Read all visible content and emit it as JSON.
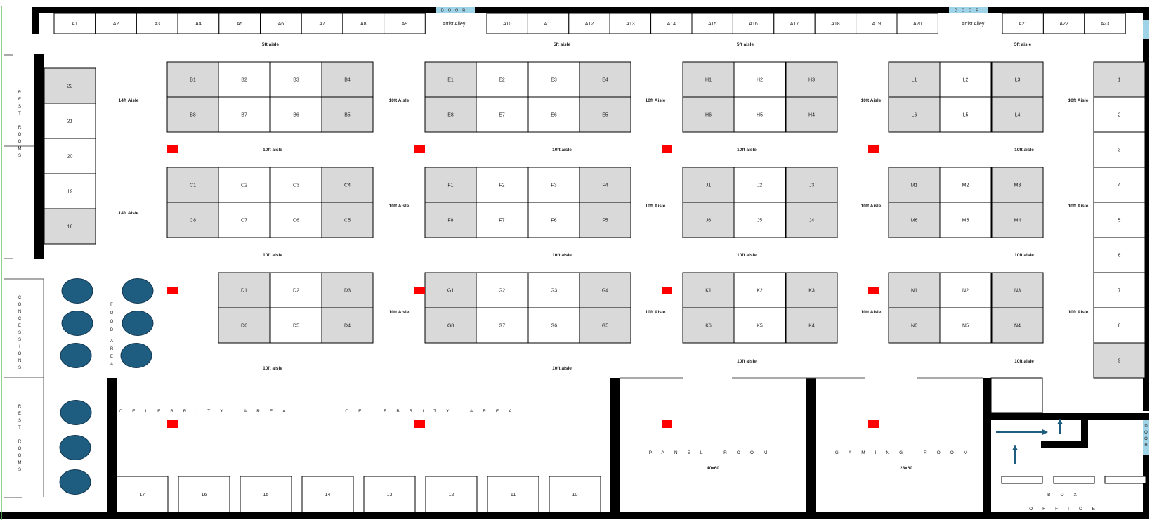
{
  "colors": {
    "wall": "#000000",
    "booth_shaded": "#d9d9d9",
    "booth_plain": "#ffffff",
    "door": "#9fd3e8",
    "marker": "#ff0000",
    "table": "#1f5d80",
    "outline": "#6abf69"
  },
  "doors": [
    "DOOR",
    "DOOR",
    "DOOR"
  ],
  "top_row": [
    "A1",
    "A2",
    "A3",
    "A4",
    "A5",
    "A6",
    "A7",
    "A8",
    "A9",
    "A10",
    "A11",
    "A12",
    "A13",
    "A14",
    "A15",
    "A16",
    "A17",
    "A18",
    "A19",
    "A20",
    "A21",
    "A22",
    "A23"
  ],
  "artist_alley": [
    "Artist Alley",
    "Artist Alley"
  ],
  "left_column": [
    "22",
    "21",
    "20",
    "19",
    "18"
  ],
  "right_column": [
    "1",
    "2",
    "3",
    "4",
    "5",
    "6",
    "7",
    "8",
    "9"
  ],
  "bottom_row": [
    "17",
    "16",
    "15",
    "14",
    "13",
    "12",
    "11",
    "10"
  ],
  "blocks": [
    {
      "top": [
        "B1",
        "B2",
        "B3",
        "B4"
      ],
      "bottom": [
        "B8",
        "B7",
        "B6",
        "B5"
      ],
      "shade": [
        1,
        0,
        0,
        1
      ]
    },
    {
      "top": [
        "E1",
        "E2",
        "E3",
        "E4"
      ],
      "bottom": [
        "E8",
        "E7",
        "E6",
        "E5"
      ],
      "shade": [
        1,
        0,
        0,
        1
      ]
    },
    {
      "top": [
        "H1",
        "H2",
        "H3"
      ],
      "bottom": [
        "H6",
        "H5",
        "H4"
      ],
      "shade": [
        1,
        0,
        1
      ]
    },
    {
      "top": [
        "L1",
        "L2",
        "L3"
      ],
      "bottom": [
        "L6",
        "L5",
        "L4"
      ],
      "shade": [
        1,
        0,
        1
      ]
    },
    {
      "top": [
        "C1",
        "C2",
        "C3",
        "C4"
      ],
      "bottom": [
        "C8",
        "C7",
        "C6",
        "C5"
      ],
      "shade": [
        1,
        0,
        0,
        1
      ]
    },
    {
      "top": [
        "F1",
        "F2",
        "F3",
        "F4"
      ],
      "bottom": [
        "F8",
        "F7",
        "F6",
        "F5"
      ],
      "shade": [
        1,
        0,
        0,
        1
      ]
    },
    {
      "top": [
        "J1",
        "J2",
        "J3"
      ],
      "bottom": [
        "J6",
        "J5",
        "J4"
      ],
      "shade": [
        1,
        0,
        1
      ]
    },
    {
      "top": [
        "M1",
        "M2",
        "M3"
      ],
      "bottom": [
        "M6",
        "M5",
        "M4"
      ],
      "shade": [
        1,
        0,
        1
      ]
    },
    {
      "top": [
        "D1",
        "D2",
        "D3"
      ],
      "bottom": [
        "D6",
        "D5",
        "D4"
      ],
      "shade": [
        1,
        0,
        1
      ]
    },
    {
      "top": [
        "G1",
        "G2",
        "G3",
        "G4"
      ],
      "bottom": [
        "G8",
        "G7",
        "G6",
        "G5"
      ],
      "shade": [
        1,
        0,
        0,
        1
      ]
    },
    {
      "top": [
        "K1",
        "K2",
        "K3"
      ],
      "bottom": [
        "K6",
        "K5",
        "K4"
      ],
      "shade": [
        1,
        0,
        1
      ]
    },
    {
      "top": [
        "N1",
        "N2",
        "N3"
      ],
      "bottom": [
        "N6",
        "N5",
        "N4"
      ],
      "shade": [
        1,
        0,
        1
      ]
    }
  ],
  "aisles": {
    "five_ft": "5ft aisle",
    "ten_ft": "10ft aisle",
    "ten_ft_alt": "10ft Aisle",
    "fourteen_ft": "14ft Aisle"
  },
  "rooms": {
    "rest_rooms": "REST ROOMS",
    "concessions": "CONCESSIONS",
    "food_area": "FOOD AREA",
    "celebrity_area": "CELEBRITY AREA",
    "panel_room": "PANEL ROOM",
    "panel_size": "40x60",
    "gaming_room": "GAMING ROOM",
    "gaming_size": "28x60",
    "box": "BOX",
    "office": "OFFICE"
  }
}
